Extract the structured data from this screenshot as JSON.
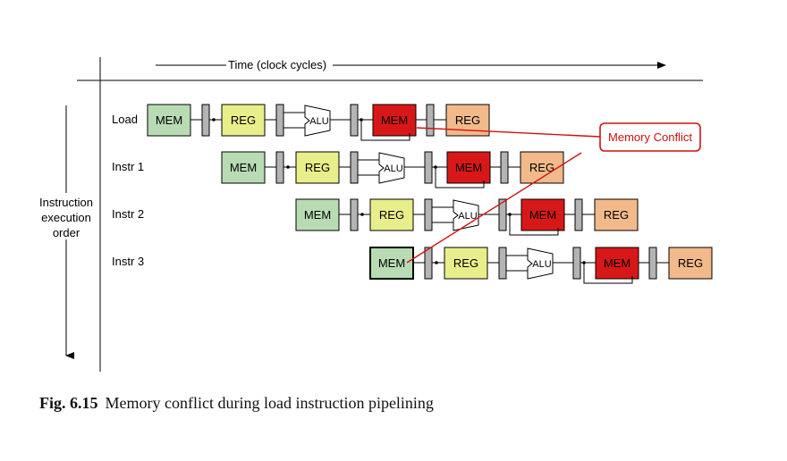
{
  "header": {
    "time_label": "Time (clock cycles)"
  },
  "axis": {
    "order_label_lines": [
      "Instruction",
      "execution",
      "order"
    ]
  },
  "rows": [
    {
      "label": "Load",
      "stages": [
        "MEM",
        "REG",
        "ALU",
        "MEM",
        "REG"
      ]
    },
    {
      "label": "Instr 1",
      "stages": [
        "MEM",
        "REG",
        "ALU",
        "MEM",
        "REG"
      ]
    },
    {
      "label": "Instr 2",
      "stages": [
        "MEM",
        "REG",
        "ALU",
        "MEM",
        "REG"
      ]
    },
    {
      "label": "Instr 3",
      "stages": [
        "MEM",
        "REG",
        "ALU",
        "MEM",
        "REG"
      ]
    }
  ],
  "callout": {
    "text": "Memory Conflict"
  },
  "colors": {
    "mem_fetch": "#b8dbb4",
    "reg_read": "#e8ee8a",
    "mem_data": "#d81818",
    "reg_write": "#f2b98a",
    "callout": "#d01010"
  },
  "caption": {
    "number": "Fig. 6.15",
    "text": "Memory conflict during load instruction pipelining"
  }
}
